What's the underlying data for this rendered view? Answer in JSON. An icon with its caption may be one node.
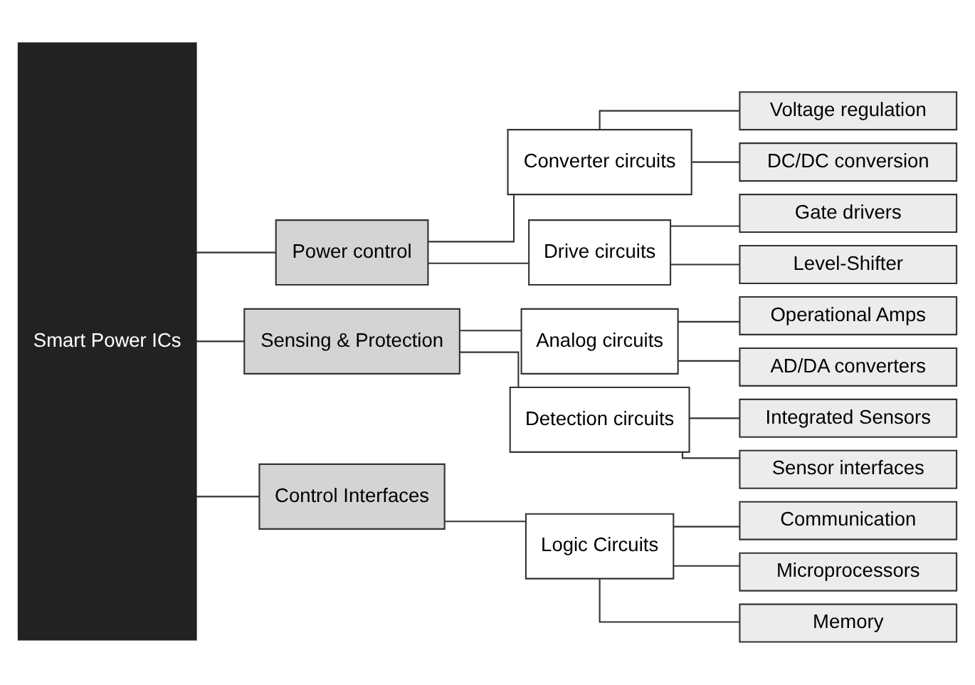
{
  "diagram": {
    "nodes": [
      {
        "text": [
          "Smart Power ICs"
        ]
      },
      {
        "text": [
          "Power control"
        ]
      },
      {
        "text": [
          "Converter circuits"
        ]
      },
      {
        "text": [
          "Voltage regulation"
        ]
      },
      {
        "text": [
          "DC/DC conversion"
        ]
      },
      {
        "text": [
          "Drive circuits"
        ]
      },
      {
        "text": [
          "Gate drivers"
        ]
      },
      {
        "text": [
          "Level-Shifter"
        ]
      },
      {
        "text": [
          "Sensing & Protection"
        ]
      },
      {
        "text": [
          "Analog circuits"
        ]
      },
      {
        "text": [
          "Operational Amps"
        ]
      },
      {
        "text": [
          "AD/DA converters"
        ]
      },
      {
        "text": [
          "Detection circuits"
        ]
      },
      {
        "text": [
          "Integrated Sensors"
        ]
      },
      {
        "text": [
          "Sensor interfaces"
        ]
      },
      {
        "text": [
          "Control Interfaces"
        ]
      },
      {
        "text": [
          "Logic Circuits"
        ]
      },
      {
        "text": [
          "Communication"
        ]
      },
      {
        "text": [
          "Microprocessors"
        ]
      },
      {
        "text": [
          "Memory"
        ]
      }
    ],
    "edges": [
      {
        "from": 0,
        "to": 1,
        "arrow": "none"
      },
      {
        "from": 1,
        "to": 2,
        "arrow": "none"
      },
      {
        "from": 2,
        "to": 3,
        "arrow": "none"
      },
      {
        "from": 2,
        "to": 4,
        "arrow": "none"
      },
      {
        "from": 1,
        "to": 5,
        "arrow": "none"
      },
      {
        "from": 5,
        "to": 6,
        "arrow": "none"
      },
      {
        "from": 5,
        "to": 7,
        "arrow": "none"
      },
      {
        "from": 0,
        "to": 8,
        "arrow": "none"
      },
      {
        "from": 8,
        "to": 9,
        "arrow": "none"
      },
      {
        "from": 9,
        "to": 10,
        "arrow": "none"
      },
      {
        "from": 9,
        "to": 11,
        "arrow": "none"
      },
      {
        "from": 8,
        "to": 12,
        "arrow": "none"
      },
      {
        "from": 12,
        "to": 13,
        "arrow": "none"
      },
      {
        "from": 12,
        "to": 14,
        "arrow": "none"
      },
      {
        "from": 0,
        "to": 15,
        "arrow": "none"
      },
      {
        "from": 15,
        "to": 16,
        "arrow": "none"
      },
      {
        "from": 16,
        "to": 17,
        "arrow": "none"
      },
      {
        "from": 16,
        "to": 18,
        "arrow": "none"
      },
      {
        "from": 16,
        "to": 19,
        "arrow": "none"
      }
    ]
  }
}
